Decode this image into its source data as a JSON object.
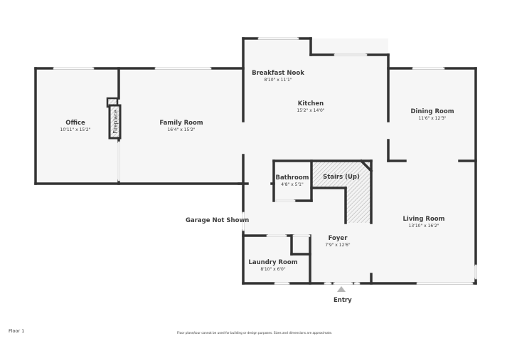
{
  "floor_label": "Floor 1",
  "disclaimer": "Floor plans/tour cannot be used for building or design purposes. Sizes and dimensions are approximate.",
  "colors": {
    "wall": "#333333",
    "floor": "#f6f6f6",
    "window": "#d8d8d8",
    "hatch": "#9a9a9a",
    "text": "#3b3b3b",
    "entry_arrow": "#b5b5b5"
  },
  "rooms": {
    "office": {
      "name": "Office",
      "dim": "10'11\" x 15'2\""
    },
    "family_room": {
      "name": "Family Room",
      "dim": "16'4\" x 15'2\""
    },
    "fireplace": {
      "name": "Fireplace"
    },
    "breakfast_nook": {
      "name": "Breakfast Nook",
      "dim": "8'10\" x 11'1\""
    },
    "kitchen": {
      "name": "Kitchen",
      "dim": "15'2\" x 14'0\""
    },
    "dining_room": {
      "name": "Dining Room",
      "dim": "11'6\" x 12'3\""
    },
    "bathroom": {
      "name": "Bathroom",
      "dim": "4'8\" x 5'1\""
    },
    "stairs": {
      "name": "Stairs (Up)"
    },
    "living_room": {
      "name": "Living Room",
      "dim": "13'10\" x 16'2\""
    },
    "foyer": {
      "name": "Foyer",
      "dim": "7'9\" x 12'6\""
    },
    "laundry_room": {
      "name": "Laundry Room",
      "dim": "8'10\" x 6'0\""
    }
  },
  "annotations": {
    "garage": "Garage Not Shown",
    "entry": "Entry"
  }
}
